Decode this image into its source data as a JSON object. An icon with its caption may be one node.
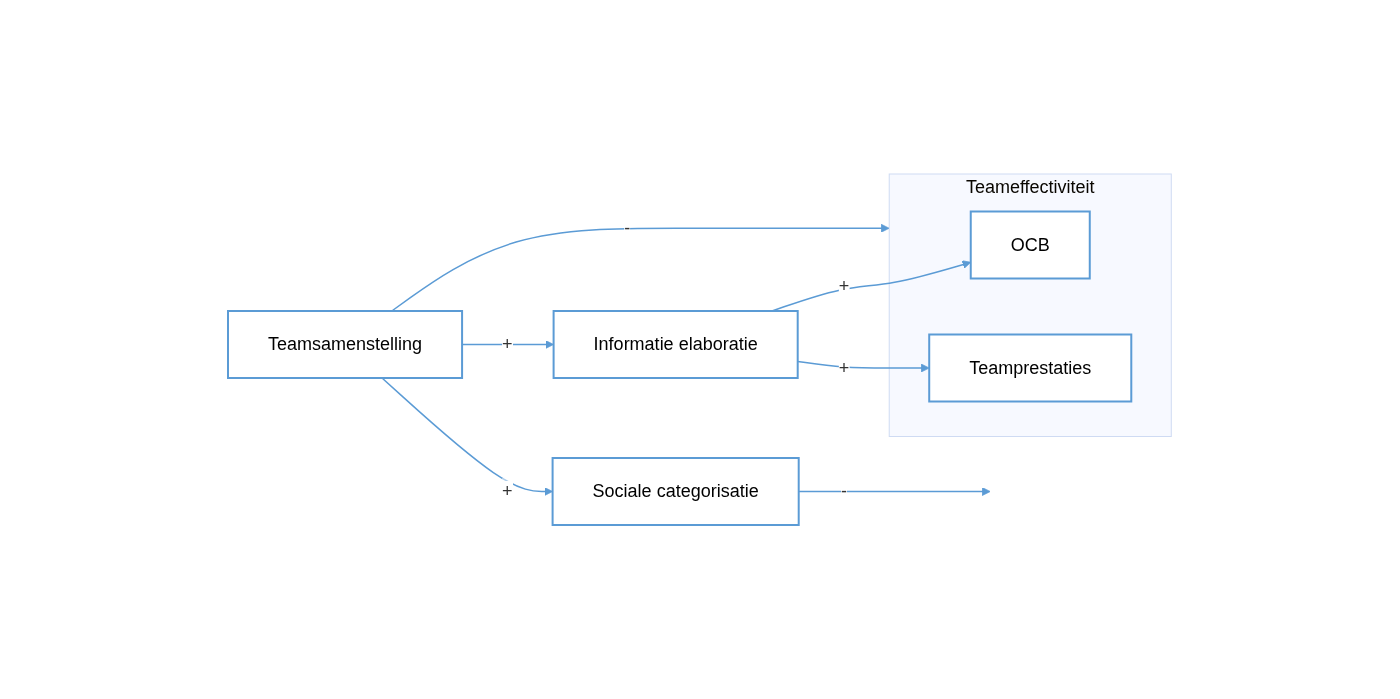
{
  "diagram": {
    "nodes": [
      {
        "text": [
          "Teamsamenstelling"
        ]
      },
      {
        "text": [
          "Sociale categorisatie"
        ]
      },
      {
        "text": [
          "Informatie elaboratie"
        ]
      },
      {
        "text": [
          "Teameffectiviteit"
        ]
      },
      {
        "text": [
          "OCB"
        ],
        "in": 3
      },
      {
        "text": [
          "Teamprestaties"
        ],
        "in": 3
      }
    ],
    "edges": [
      {
        "from": 0,
        "to": 1,
        "arrow": "to",
        "label": "+"
      },
      {
        "from": 0,
        "to": 2,
        "arrow": "to",
        "label": "+"
      },
      {
        "from": 1,
        "to": null,
        "arrow": "to",
        "label": "-"
      },
      {
        "from": 2,
        "to": 4,
        "arrow": "to",
        "label": "+"
      },
      {
        "from": 2,
        "to": 5,
        "arrow": "to",
        "label": "+"
      },
      {
        "from": 0,
        "to": 3,
        "arrow": "to",
        "label": "-"
      }
    ]
  }
}
